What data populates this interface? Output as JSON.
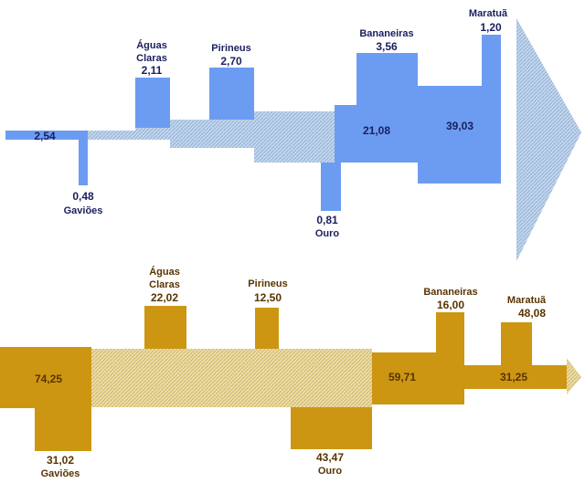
{
  "colors": {
    "blue_solid": "#6c9cf2",
    "blue_hatched": "#b7cde6",
    "gold_solid": "#cc9612",
    "gold_hatched": "#e6d499",
    "blue_text": "#1a1f5e",
    "gold_text": "#5a3300"
  },
  "diagram_blue": {
    "main_flows": [
      "2,54",
      "21,08",
      "39,03"
    ],
    "inflows": [
      {
        "name": "Águas Claras",
        "name_line1": "Águas",
        "name_line2": "Claras",
        "value": "2,11"
      },
      {
        "name": "Pirineus",
        "value": "2,70"
      },
      {
        "name": "Bananeiras",
        "value": "3,56"
      },
      {
        "name": "Maratuã",
        "value": "1,20"
      }
    ],
    "outflows": [
      {
        "name": "Gaviões",
        "value": "0,48"
      },
      {
        "name": "Ouro",
        "value": "0,81"
      }
    ]
  },
  "diagram_gold": {
    "main_flows": [
      "74,25",
      "59,71",
      "31,25"
    ],
    "inflows": [
      {
        "name": "Águas Claras",
        "name_line1": "Águas",
        "name_line2": "Claras",
        "value": "22,02"
      },
      {
        "name": "Pirineus",
        "value": "12,50"
      },
      {
        "name": "Bananeiras",
        "value": "16,00"
      },
      {
        "name": "Maratuã",
        "value": "48,08"
      }
    ],
    "outflows": [
      {
        "name": "Gaviões",
        "value": "31,02"
      },
      {
        "name": "Ouro",
        "value": "43,47"
      }
    ]
  }
}
